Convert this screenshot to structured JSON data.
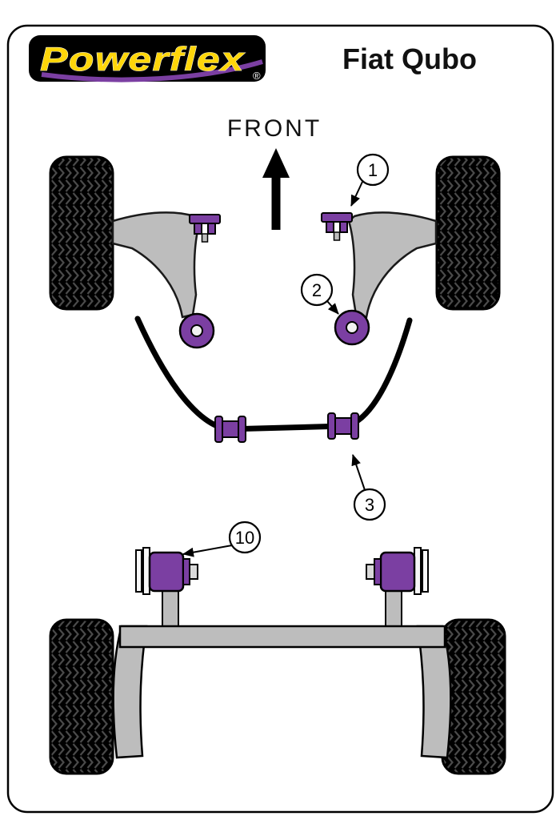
{
  "logo": {
    "text": "Powerflex",
    "registered": "®"
  },
  "title": "Fiat Qubo",
  "front_label": "FRONT",
  "callouts": [
    {
      "label": "1"
    },
    {
      "label": "2"
    },
    {
      "label": "3"
    },
    {
      "label": "10"
    }
  ],
  "colors": {
    "purple": "#7b3fa2",
    "gray": "#bdbdbd",
    "logo_yellow": "#ffd60a",
    "logo_bg": "#000000",
    "tread_groove": "#4a4a4a",
    "outline": "#000000"
  }
}
